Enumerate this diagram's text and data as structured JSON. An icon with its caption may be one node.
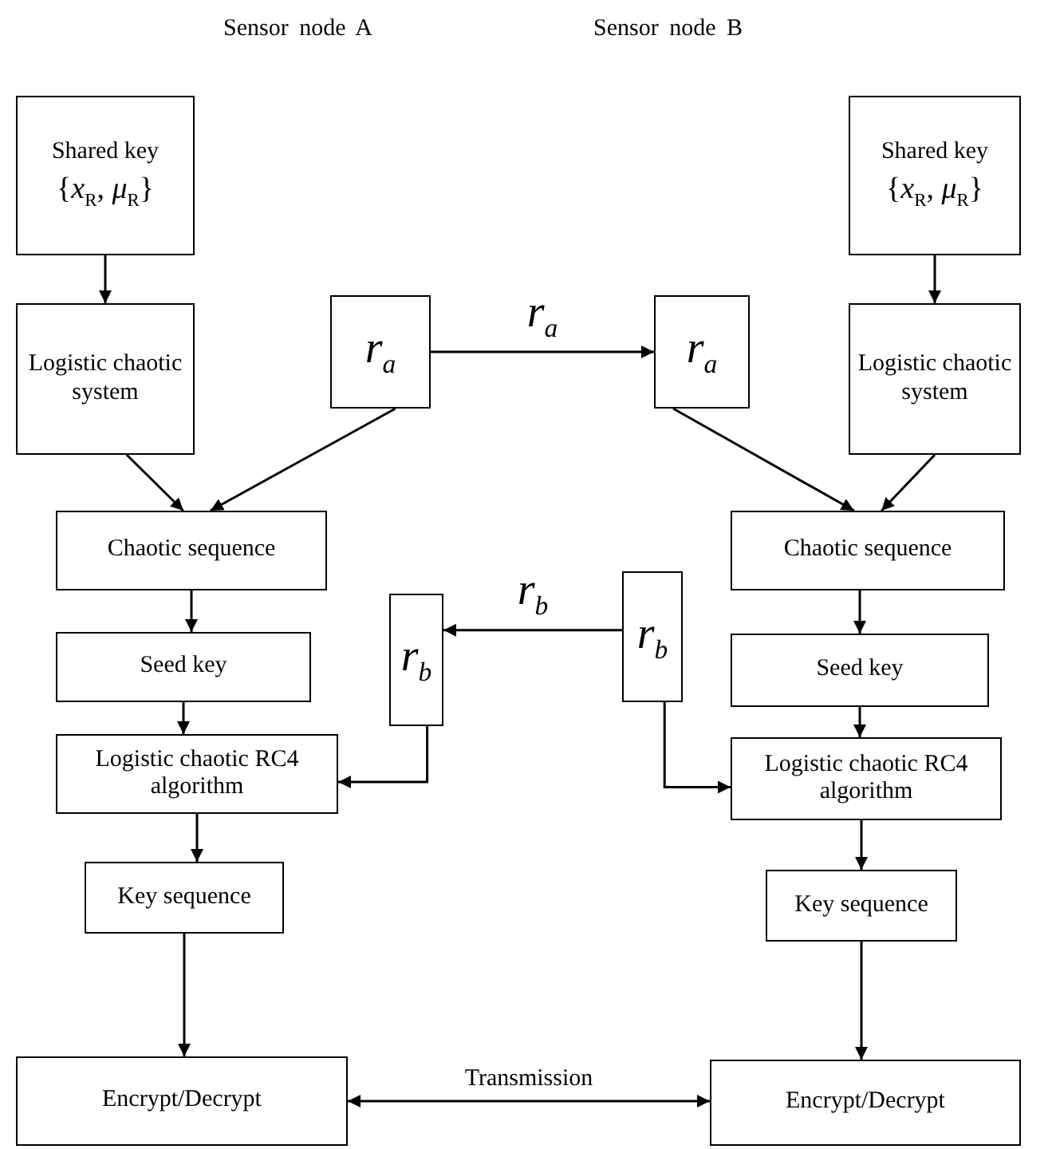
{
  "diagram": {
    "nodes": [
      {
        "text": [
          "Shared key",
          "{*x*$_{R}$, *μ*$_{R}$}"
        ]
      },
      {
        "text": [
          "Logistic chaotic system"
        ]
      },
      {
        "text": [
          "r$_{a}$"
        ]
      },
      {
        "text": [
          "r$_{a}$"
        ]
      },
      {
        "text": [
          "Shared key",
          "{*x*$_{R}$, *μ*$_{R}$}"
        ]
      },
      {
        "text": [
          "Logistic chaotic system"
        ]
      },
      {
        "text": [
          "Chaotic sequence"
        ]
      },
      {
        "text": [
          "Chaotic sequence"
        ]
      },
      {
        "text": [
          "r$_{b}$"
        ]
      },
      {
        "text": [
          "r$_{b}$"
        ]
      },
      {
        "text": [
          "Seed key"
        ]
      },
      {
        "text": [
          "Seed key"
        ]
      },
      {
        "text": [
          "Logistic chaotic RC4 algorithm"
        ]
      },
      {
        "text": [
          "Logistic chaotic RC4 algorithm"
        ]
      },
      {
        "text": [
          "Key sequence"
        ]
      },
      {
        "text": [
          "Key sequence"
        ]
      },
      {
        "text": [
          "Encrypt/Decrypt"
        ]
      },
      {
        "text": [
          "Encrypt/Decrypt"
        ]
      }
    ],
    "edges": [
      {
        "from": 0,
        "to": 1,
        "arrow": "to"
      },
      {
        "from": 1,
        "to": 6,
        "arrow": "to"
      },
      {
        "from": 2,
        "to": 6,
        "arrow": "to"
      },
      {
        "from": 2,
        "to": 3,
        "arrow": "to",
        "label": "r$_{a}$"
      },
      {
        "from": 3,
        "to": 7,
        "arrow": "to"
      },
      {
        "from": 4,
        "to": 5,
        "arrow": "to"
      },
      {
        "from": 5,
        "to": 7,
        "arrow": "to"
      },
      {
        "from": 6,
        "to": 10,
        "arrow": "to"
      },
      {
        "from": 9,
        "to": 8,
        "arrow": "to",
        "label": "r$_{b}$"
      },
      {
        "from": 8,
        "to": 12,
        "arrow": "to"
      },
      {
        "from": 10,
        "to": 12,
        "arrow": "to"
      },
      {
        "from": 12,
        "to": 14,
        "arrow": "to"
      },
      {
        "from": 14,
        "to": 16,
        "arrow": "to"
      },
      {
        "from": 16,
        "to": 17,
        "arrow": "both",
        "label": "Transmission"
      },
      {
        "from": 7,
        "to": 11,
        "arrow": "to"
      },
      {
        "from": 9,
        "to": 13,
        "arrow": "to"
      },
      {
        "from": 11,
        "to": 13,
        "arrow": "to"
      },
      {
        "from": 13,
        "to": 15,
        "arrow": "to"
      },
      {
        "from": 15,
        "to": 17,
        "arrow": "to"
      }
    ],
    "labels": [
      "Sensor node A",
      "Sensor node B"
    ]
  }
}
